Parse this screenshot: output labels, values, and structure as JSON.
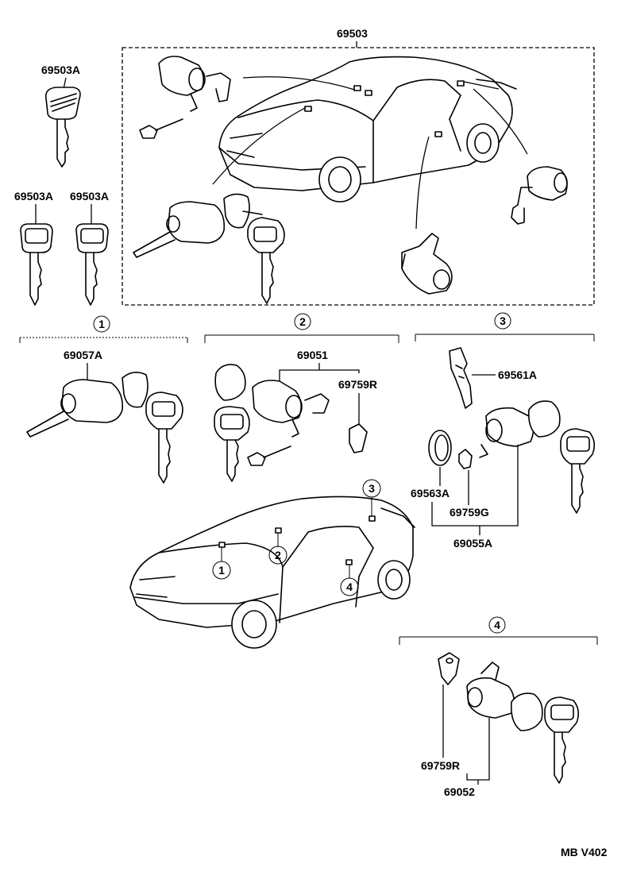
{
  "labels": {
    "top_assembly": "69503",
    "key_master": "69503A",
    "key_pair_left": "69503A",
    "key_pair_right": "69503A",
    "ignition_set": "69057A",
    "door_set": "69051",
    "door_clip": "69759R",
    "lever": "69561A",
    "pad": "69563A",
    "clip_g": "69759G",
    "trunk_set": "69055A",
    "rear_clip": "69759R",
    "rear_set": "69052",
    "code": "MB V402"
  },
  "callouts": {
    "c1": "1",
    "c2": "2",
    "c3": "3",
    "c4": "4"
  }
}
